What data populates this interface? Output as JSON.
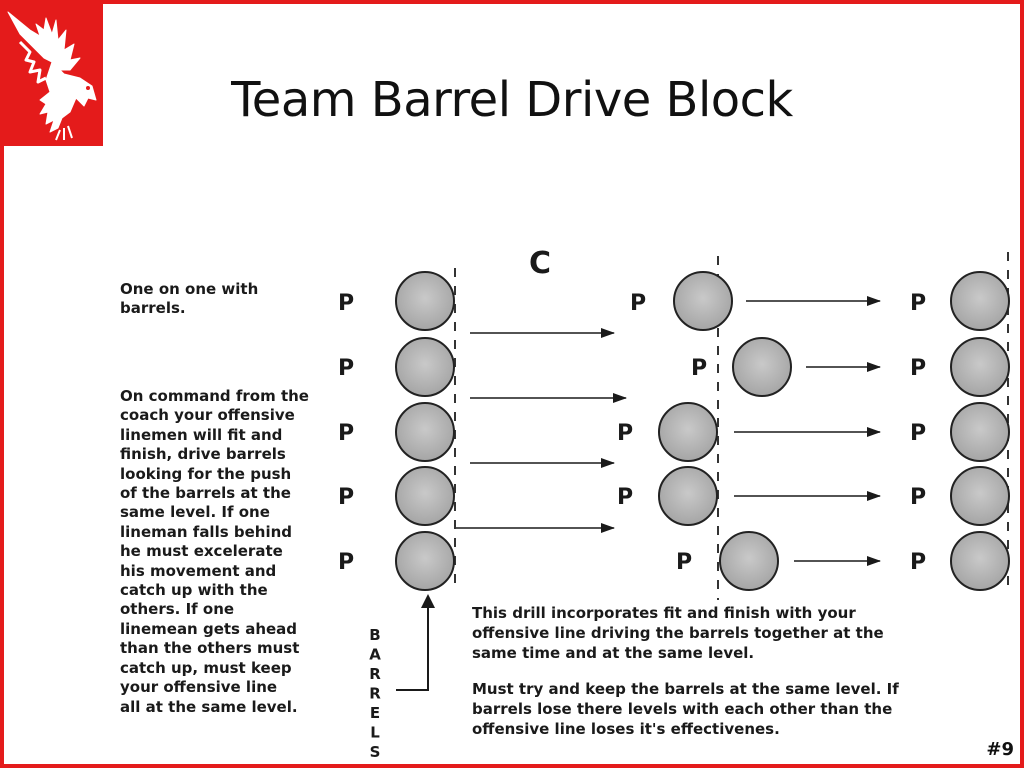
{
  "slide": {
    "title": "Team Barrel Drive Block",
    "number": "#9",
    "logo_icon": "eagle-logo-icon",
    "brand_color": "#e41b1b"
  },
  "diagram": {
    "coach_label": "C",
    "player_label": "P",
    "barrels_label": "BARRELS",
    "left_intro": [
      "One on one with",
      "barrels."
    ],
    "left_instructions": [
      "On command from the",
      "coach your offensive",
      "linemen will fit and",
      "finish, drive barrels",
      "looking for the push",
      "of the barrels at the",
      "same level.  If one",
      "lineman falls behind",
      "he must excelerate",
      "his movement and",
      "catch up with the",
      "others.  If one",
      "linemean gets ahead",
      "than the others must",
      "catch up, must keep",
      "your offensive line",
      "all at the same level."
    ],
    "description_1": [
      "This drill incorporates fit and finish with your",
      "offensive line driving the barrels together at the",
      "same time and at the same level."
    ],
    "description_2": [
      "Must try and keep the barrels at the same level.  If",
      "barrels lose there levels with each other than the",
      "offensive line loses it's effectivenes."
    ]
  }
}
